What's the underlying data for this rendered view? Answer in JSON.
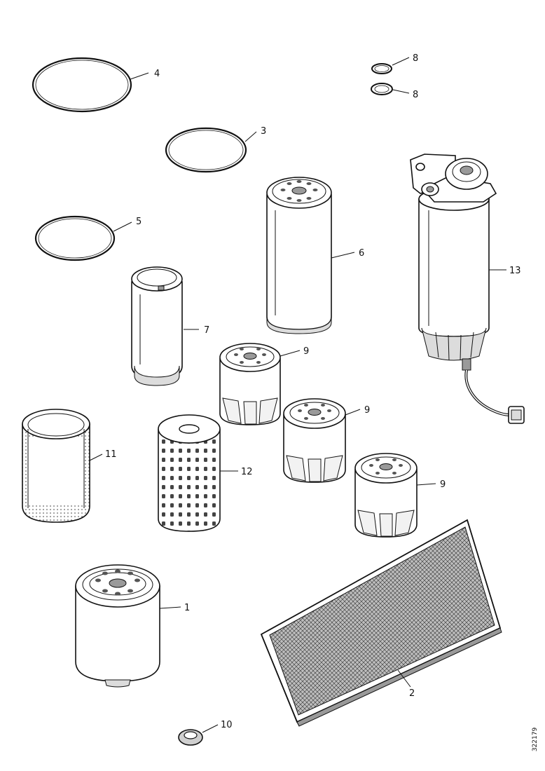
{
  "diagram": {
    "callouts": {
      "p1": "1",
      "p2": "2",
      "p3": "3",
      "p4": "4",
      "p5": "5",
      "p6": "6",
      "p7": "7",
      "p8a": "8",
      "p8b": "8",
      "p9a": "9",
      "p9b": "9",
      "p9c": "9",
      "p10": "10",
      "p11": "11",
      "p12": "12",
      "p13": "13"
    },
    "document_number": "322179"
  }
}
